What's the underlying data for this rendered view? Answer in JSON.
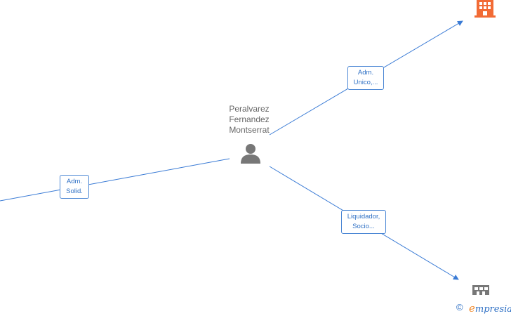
{
  "person": {
    "name_lines": [
      "Peralvarez",
      "Fernandez",
      "Montserrat"
    ],
    "icon": "person-icon"
  },
  "edges": {
    "adm_unico": {
      "lines": [
        "Adm.",
        "Unico,..."
      ]
    },
    "adm_solid": {
      "lines": [
        "Adm.",
        "Solid."
      ]
    },
    "liquidador": {
      "lines": [
        "Liquidador,",
        "Socio..."
      ]
    }
  },
  "companies": {
    "top": {
      "icon": "building-icon",
      "color": "#f26b35"
    },
    "bottom": {
      "icon": "building-icon",
      "color": "#777777"
    }
  },
  "colors": {
    "edge": "#3a7bd5",
    "person_icon": "#777777",
    "label_text": "#2d6fc4"
  },
  "footer": {
    "copyright_symbol": "©",
    "brand_first": "e",
    "brand_rest": "mpresia"
  }
}
